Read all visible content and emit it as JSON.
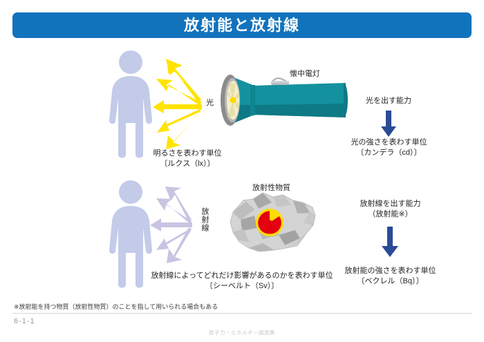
{
  "title": "放射能と放射線",
  "colors": {
    "banner": "#1273bd",
    "title_text": "#ffffff",
    "person": "#c3cbe9",
    "light_arrow": "#ffe400",
    "radiation_arrow": "#c8c4e2",
    "flashlight_body": "#14919e",
    "flashlight_body_dark": "#0d7a86",
    "flashlight_bezel": "#8b8b8b",
    "flashlight_lens": "#f4efc8",
    "lens_dot": "#ffd900",
    "rock_light": "#d9d9d9",
    "rock_mid": "#b5b5b5",
    "rock_dark": "#9a9a9a",
    "trefoil_circle": "#ffdd00",
    "trefoil_mark": "#e3000f",
    "down_arrow": "#2a4b96",
    "body_text": "#231f20",
    "footer_text": "#c9c9c9"
  },
  "top_section": {
    "light_label": "光",
    "device_label": "懐中電灯",
    "left_unit_line1": "明るさを表わす単位",
    "left_unit_line2": "〔ルクス（lx）〕",
    "ability_label": "光を出す能力",
    "right_unit_line1": "光の強さを表わす単位",
    "right_unit_line2": "〔カンデラ（cd）〕"
  },
  "bottom_section": {
    "radiation_label": "放射線",
    "source_label": "放射性物質",
    "left_unit_line1": "放射線によってどれだけ影響があるのかを表わす単位",
    "left_unit_line2": "〔シーベルト（Sv）〕",
    "ability_line1": "放射線を出す能力",
    "ability_line2": "（放射能※）",
    "right_unit_line1": "放射能の強さを表わす単位",
    "right_unit_line2": "〔ベクレル（Bq）〕"
  },
  "footer": {
    "footnote": "※放射能を持つ物質（放射性物質）のことを指して用いられる場合もある",
    "page_number": "6-1-1",
    "credit": "原子力・エネルギー図面集"
  }
}
